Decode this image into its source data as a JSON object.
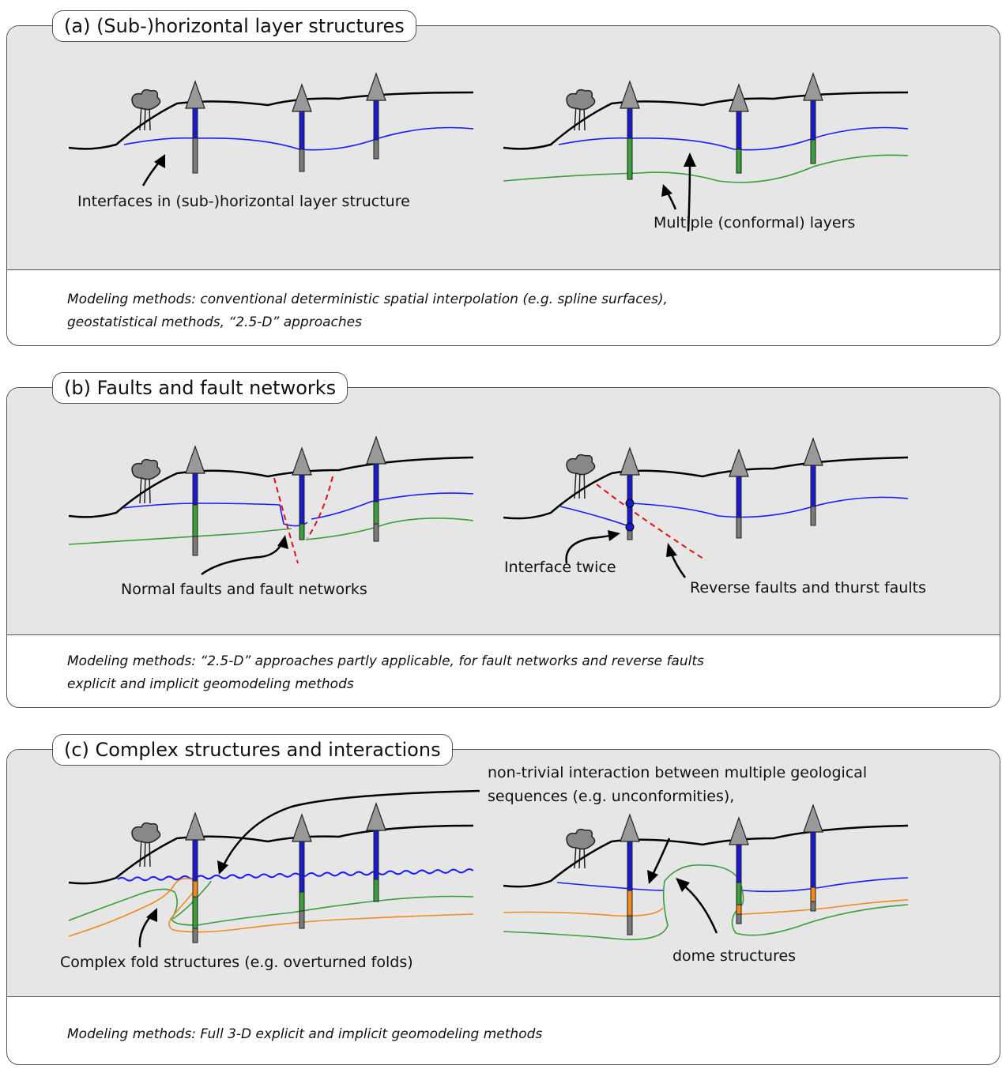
{
  "panels": [
    {
      "title": "(a) (Sub-)horizontal layer structures",
      "labels": {
        "left": "Interfaces in (sub-)horizontal layer structure",
        "right": "Multiple (conformal) layers"
      },
      "methods": "Modeling methods: conventional deterministic spatial interpolation (e.g. spline surfaces), geostatistical methods, “2.5-D” approaches"
    },
    {
      "title": "(b) Faults and fault networks",
      "labels": {
        "left": "Normal faults and fault networks",
        "twice": "Interface twice",
        "right": "Reverse faults and thurst faults"
      },
      "methods": "Modeling methods: “2.5-D” approaches partly applicable, for fault networks and reverse faults explicit and implicit geomodeling methods"
    },
    {
      "title": "(c) Complex structures and interactions",
      "labels": {
        "left": "Complex fold structures (e.g. overturned folds)",
        "top": "non-trivial interaction between multiple geological sequences (e.g. unconformities),",
        "right": "dome structures"
      },
      "methods": "Modeling methods: Full 3-D explicit and implicit geomodeling methods"
    }
  ],
  "colors": {
    "panel_bg": "#e6e6e6",
    "terrain": "#000000",
    "interface_blue": "#1a1aff",
    "layer_green": "#3a9e3a",
    "layer_orange": "#f08a1e",
    "fault_red": "#e01010",
    "borehole_blue": "#1a1acc",
    "borehole_gray": "#7a7a7a"
  }
}
